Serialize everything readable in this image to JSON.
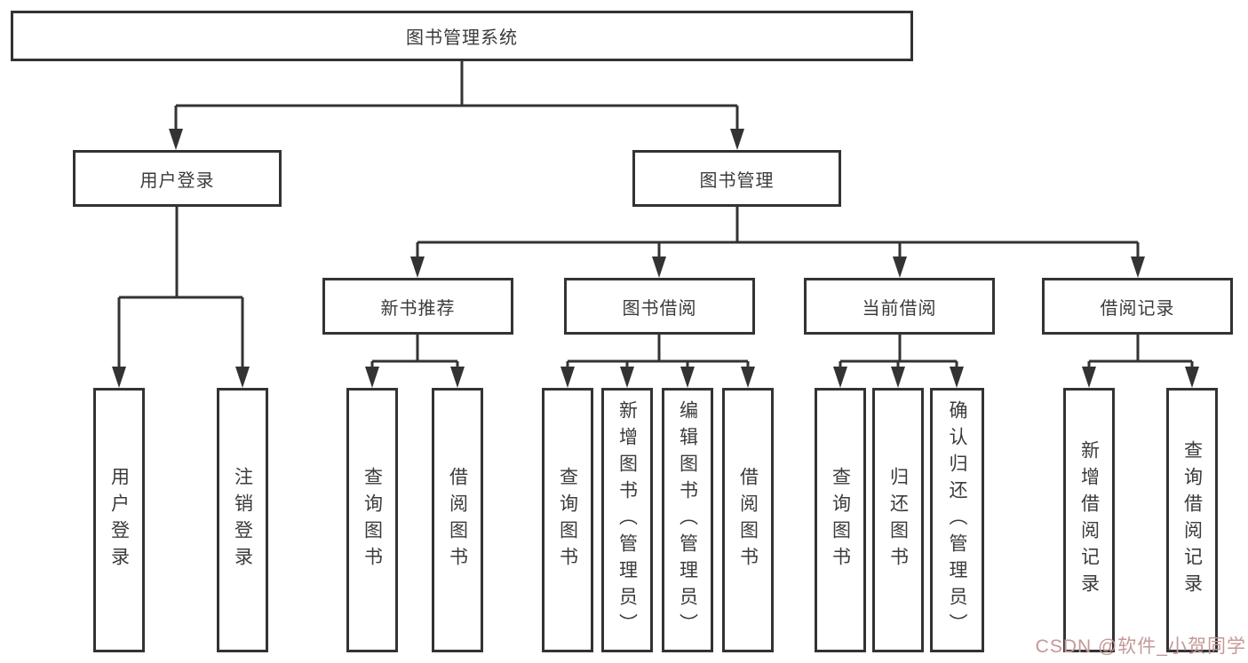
{
  "tree": {
    "label": "图书管理系统",
    "children": [
      {
        "label": "用户登录",
        "children": [
          {
            "label": "用户登录"
          },
          {
            "label": "注销登录"
          }
        ]
      },
      {
        "label": "图书管理",
        "children": [
          {
            "label": "新书推荐",
            "children": [
              {
                "label": "查询图书"
              },
              {
                "label": "借阅图书"
              }
            ]
          },
          {
            "label": "图书借阅",
            "children": [
              {
                "label": "查询图书"
              },
              {
                "label": "新增图书（管理员）"
              },
              {
                "label": "编辑图书（管理员）"
              },
              {
                "label": "借阅图书"
              }
            ]
          },
          {
            "label": "当前借阅",
            "children": [
              {
                "label": "查询图书"
              },
              {
                "label": "归还图书"
              },
              {
                "label": "确认归还（管理员）"
              }
            ]
          },
          {
            "label": "借阅记录",
            "children": [
              {
                "label": "新增借阅记录"
              },
              {
                "label": "查询借阅记录"
              }
            ]
          }
        ]
      }
    ]
  },
  "watermark": {
    "text": "CSDN @软件_小贺同学",
    "color": "#c59898"
  },
  "colors": {
    "line": "#333333",
    "node_border": "#333333",
    "node_background": "#ffffff",
    "text": "#3b3b3b",
    "page_background": "#ffffff"
  }
}
